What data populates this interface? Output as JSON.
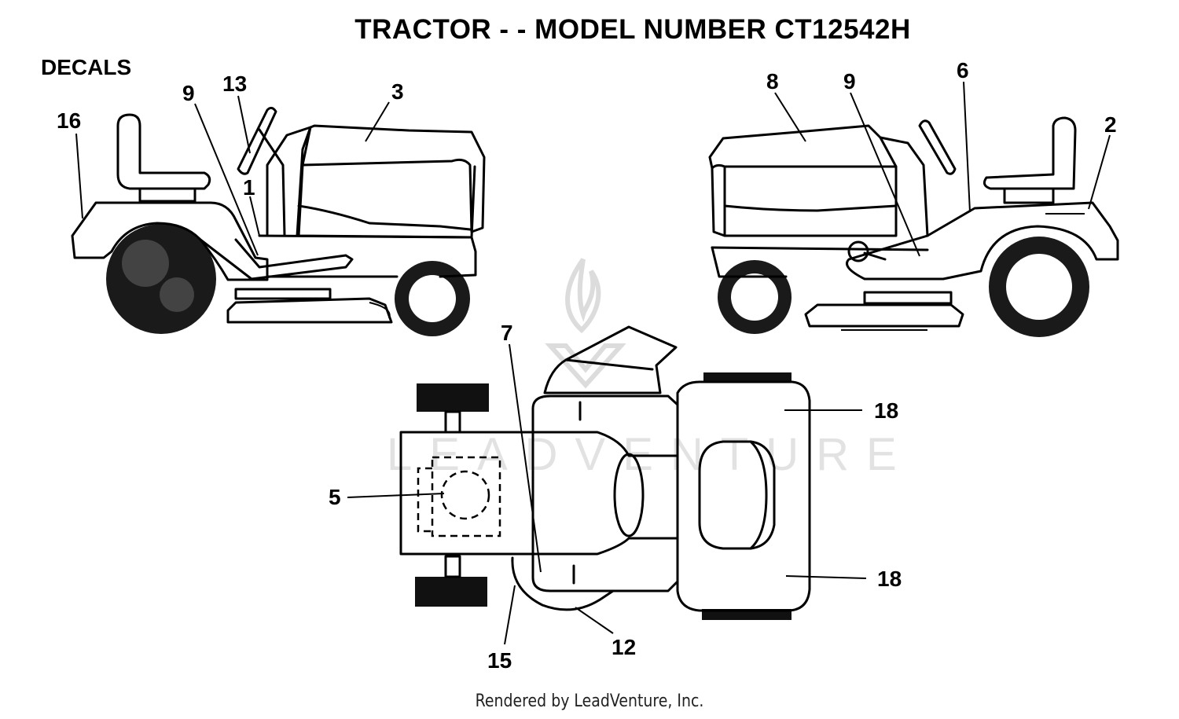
{
  "title": "TRACTOR - - MODEL NUMBER CT12542H",
  "section_label": "DECALS",
  "footer": "Rendered by LeadVenture, Inc.",
  "watermark": "LEADVENTURE",
  "callouts": {
    "left_side": [
      "16",
      "9",
      "13",
      "3",
      "1"
    ],
    "right_side": [
      "8",
      "9",
      "6",
      "2"
    ],
    "top_view": [
      "7",
      "18",
      "18",
      "5",
      "15",
      "12"
    ]
  }
}
